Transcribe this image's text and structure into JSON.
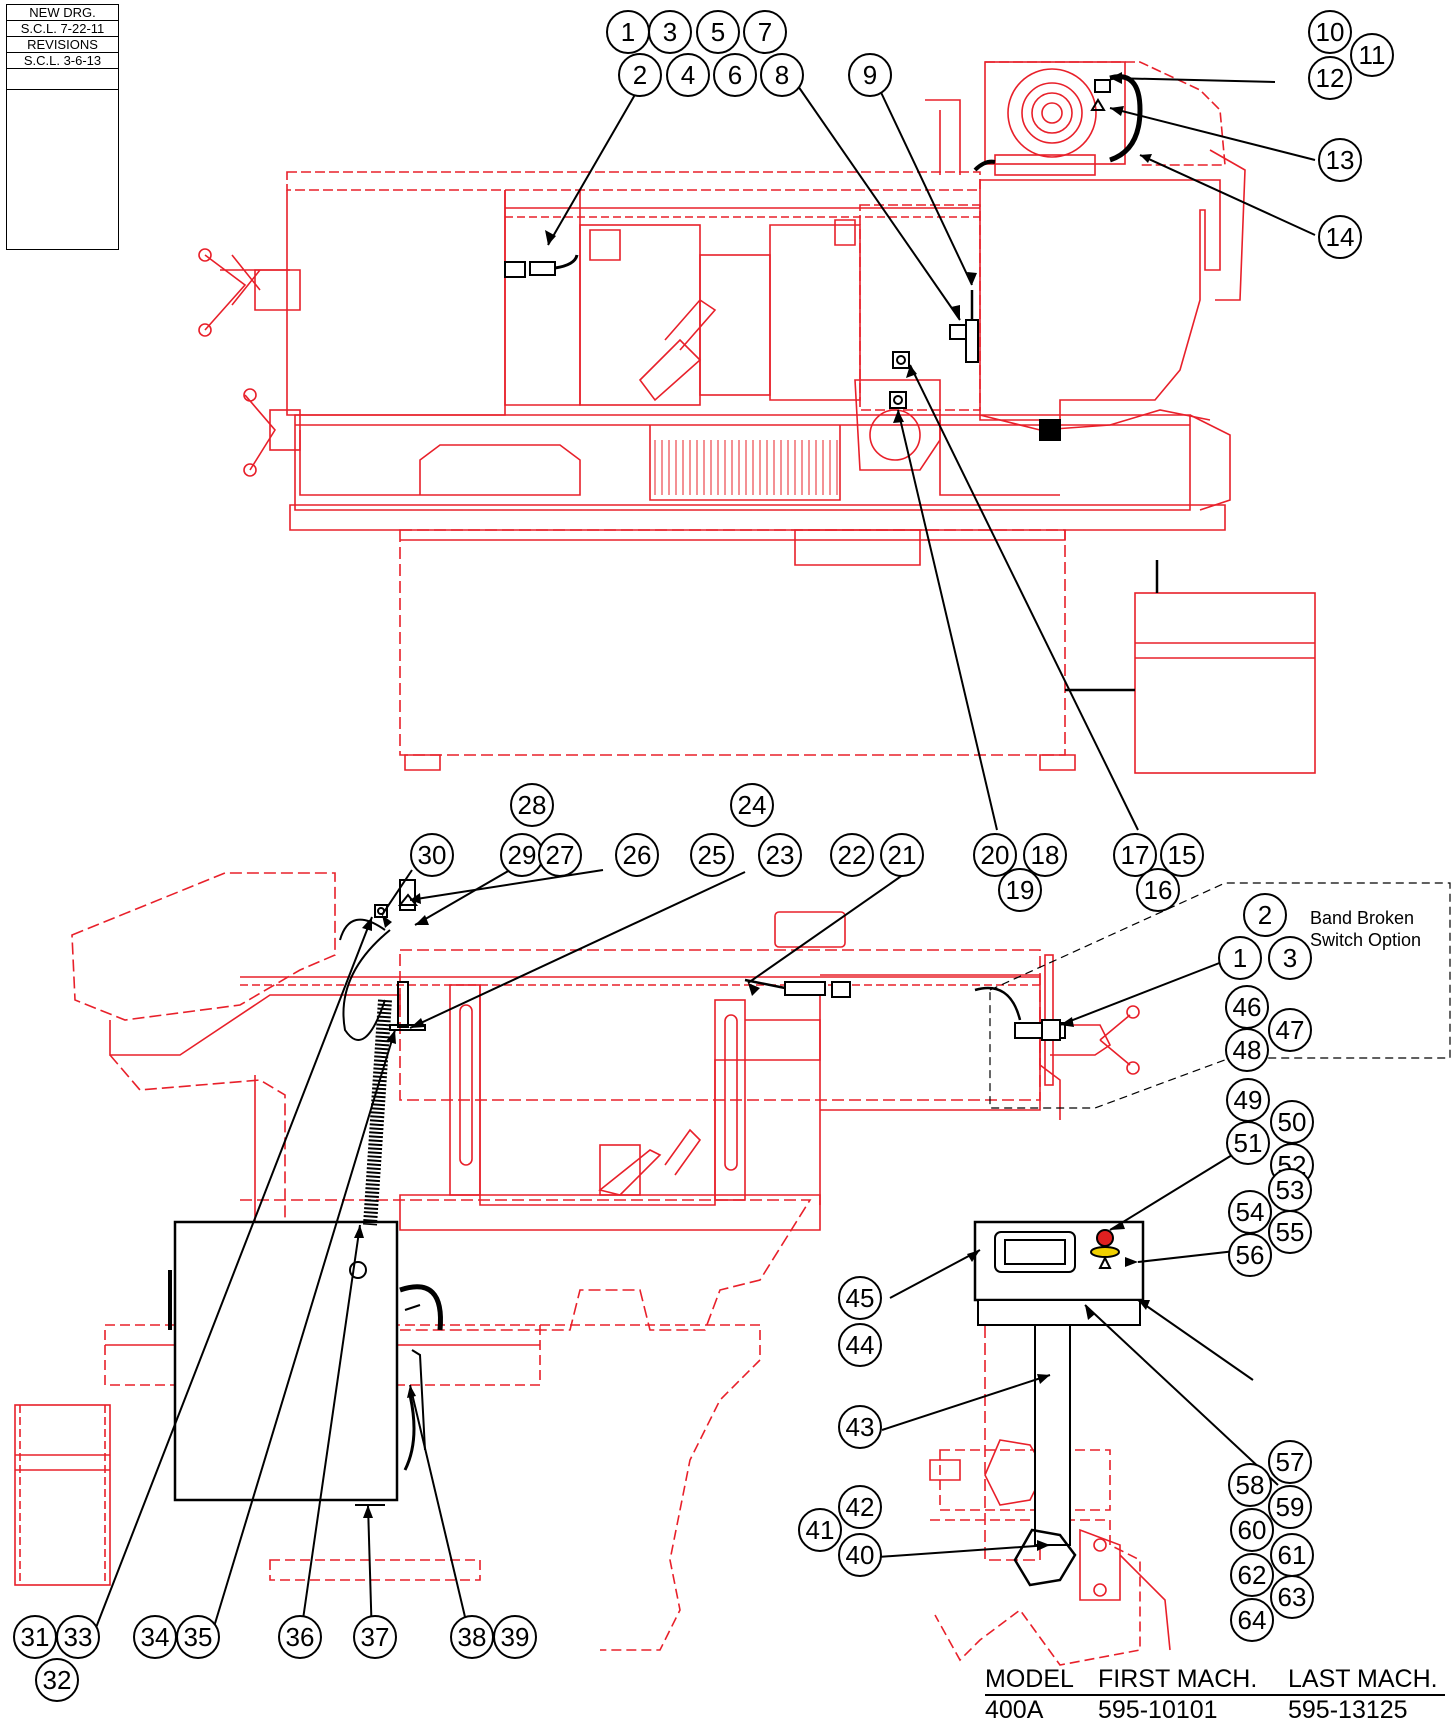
{
  "revision_block": {
    "rows": [
      "NEW DRG.",
      "S.C.L. 7-22-11",
      "REVISIONS",
      "S.C.L. 3-6-13"
    ]
  },
  "band_broken_note": [
    "Band Broken",
    "Switch Option"
  ],
  "model_table": {
    "headers": [
      "MODEL",
      "FIRST MACH.",
      "LAST MACH."
    ],
    "rows": [
      [
        "400A",
        "595-10101",
        "595-13125"
      ]
    ]
  },
  "bubbles": [
    "1",
    "3",
    "5",
    "7",
    "2",
    "4",
    "6",
    "8",
    "9",
    "10",
    "11",
    "12",
    "13",
    "14",
    "28",
    "30",
    "29",
    "27",
    "26",
    "24",
    "25",
    "23",
    "22",
    "21",
    "20",
    "18",
    "19",
    "17",
    "15",
    "16",
    "2",
    "1",
    "3",
    "46",
    "47",
    "48",
    "49",
    "50",
    "51",
    "52",
    "45",
    "44",
    "53",
    "54",
    "55",
    "56",
    "43",
    "57",
    "58",
    "59",
    "42",
    "41",
    "60",
    "40",
    "61",
    "62",
    "63",
    "64",
    "31",
    "33",
    "32",
    "34",
    "35",
    "36",
    "37",
    "38",
    "39"
  ],
  "colors": {
    "machine": "#e8202a",
    "leader": "#000000"
  }
}
